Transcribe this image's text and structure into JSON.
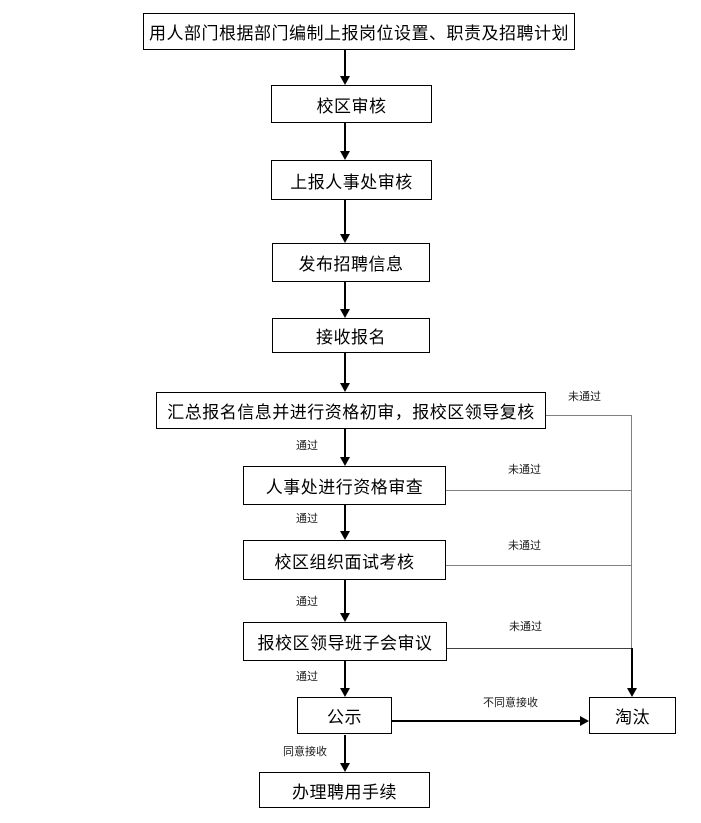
{
  "flowchart": {
    "nodes": [
      {
        "id": "department-plan",
        "label": "用人部门根据部门编制上报岗位设置、职责及招聘计划"
      },
      {
        "id": "campus-review",
        "label": "校区审核"
      },
      {
        "id": "report-hr-review",
        "label": "上报人事处审核"
      },
      {
        "id": "publish-recruitment-info",
        "label": "发布招聘信息"
      },
      {
        "id": "receive-applications",
        "label": "接收报名"
      },
      {
        "id": "summarize-initial-review",
        "label": "汇总报名信息并进行资格初审，报校区领导复核"
      },
      {
        "id": "hr-qualification-review",
        "label": "人事处进行资格审查"
      },
      {
        "id": "campus-interview-assessment",
        "label": "校区组织面试考核"
      },
      {
        "id": "leadership-board-deliberation",
        "label": "报校区领导班子会审议"
      },
      {
        "id": "public-notice",
        "label": "公示"
      },
      {
        "id": "hiring-procedures",
        "label": "办理聘用手续"
      },
      {
        "id": "eliminated",
        "label": "淘汰"
      }
    ],
    "edge_labels": {
      "pass": "通过",
      "fail": "未通过",
      "agree": "同意接收",
      "disagree": "不同意接收"
    },
    "edges": [
      {
        "from": "department-plan",
        "to": "campus-review",
        "label": ""
      },
      {
        "from": "campus-review",
        "to": "report-hr-review",
        "label": ""
      },
      {
        "from": "report-hr-review",
        "to": "publish-recruitment-info",
        "label": ""
      },
      {
        "from": "publish-recruitment-info",
        "to": "receive-applications",
        "label": ""
      },
      {
        "from": "receive-applications",
        "to": "summarize-initial-review",
        "label": ""
      },
      {
        "from": "summarize-initial-review",
        "to": "hr-qualification-review",
        "label": "通过"
      },
      {
        "from": "summarize-initial-review",
        "to": "eliminated",
        "label": "未通过"
      },
      {
        "from": "hr-qualification-review",
        "to": "campus-interview-assessment",
        "label": "通过"
      },
      {
        "from": "hr-qualification-review",
        "to": "eliminated",
        "label": "未通过"
      },
      {
        "from": "campus-interview-assessment",
        "to": "leadership-board-deliberation",
        "label": "通过"
      },
      {
        "from": "campus-interview-assessment",
        "to": "eliminated",
        "label": "未通过"
      },
      {
        "from": "leadership-board-deliberation",
        "to": "public-notice",
        "label": "通过"
      },
      {
        "from": "leadership-board-deliberation",
        "to": "eliminated",
        "label": "未通过"
      },
      {
        "from": "public-notice",
        "to": "hiring-procedures",
        "label": "同意接收"
      },
      {
        "from": "public-notice",
        "to": "eliminated",
        "label": "不同意接收"
      }
    ],
    "colors": {
      "background": "#ffffff",
      "box_border": "#000000",
      "arrow": "#000000",
      "connector": "#808080",
      "text": "#000000"
    }
  }
}
